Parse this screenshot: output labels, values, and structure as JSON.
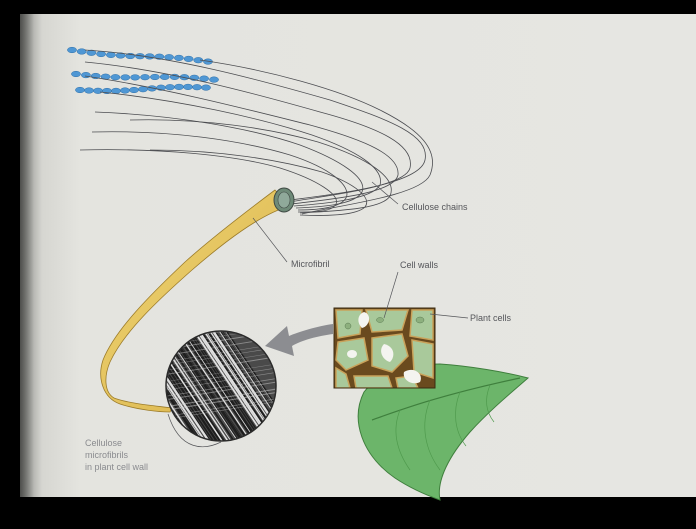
{
  "diagram": {
    "labels": {
      "cellulose_chains": "Cellulose chains",
      "microfibril": "Microfibril",
      "cell_walls": "Cell walls",
      "plant_cells": "Plant cells"
    },
    "caption": [
      "Cellulose",
      "microfibrils",
      "in plant cell wall"
    ],
    "colors": {
      "page": "#e6e6e2",
      "microfibril_fill": "#e3c25c",
      "glucose_beads": "#4f97d4",
      "cell_wall_brown": "#6a4a1e",
      "cell_green": "#a9c99b",
      "leaf_green": "#6cb56a",
      "arrow_gray": "#8c8d91"
    }
  }
}
